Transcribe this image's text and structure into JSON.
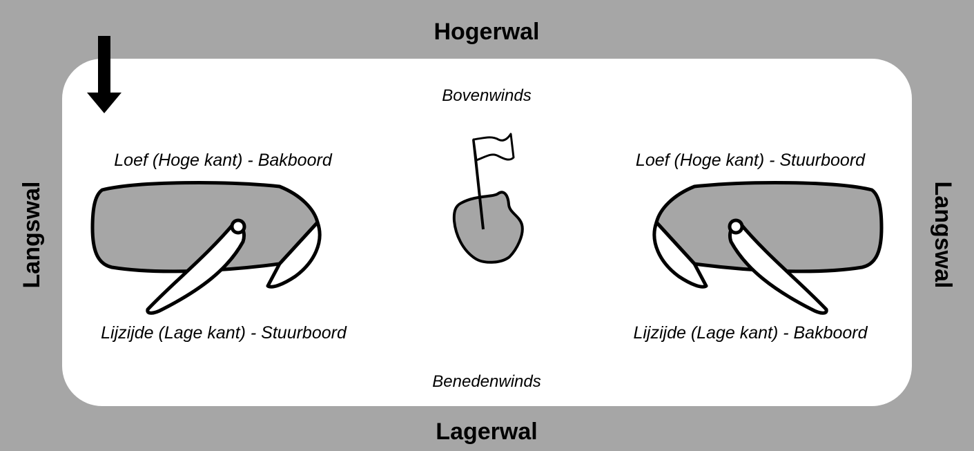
{
  "colors": {
    "shore": "#a6a6a6",
    "water": "#ffffff",
    "boat_fill": "#a6a6a6",
    "ink": "#000000"
  },
  "shores": {
    "top": "Hogerwal",
    "bottom": "Lagerwal",
    "left": "Langswal",
    "right": "Langswal"
  },
  "water": {
    "upwind": "Bovenwinds",
    "downwind": "Benedenwinds"
  },
  "left_boat": {
    "windward_label": "Loef (Hoge kant) - Bakboord",
    "leeward_label": "Lijzijde (Lage kant) - Stuurboord"
  },
  "right_boat": {
    "windward_label": "Loef (Hoge kant) - Stuurboord",
    "leeward_label": "Lijzijde (Lage kant) - Bakboord"
  },
  "icons": {
    "wind_arrow": "wind-direction-arrow-icon",
    "buoy": "flag-buoy-icon"
  }
}
